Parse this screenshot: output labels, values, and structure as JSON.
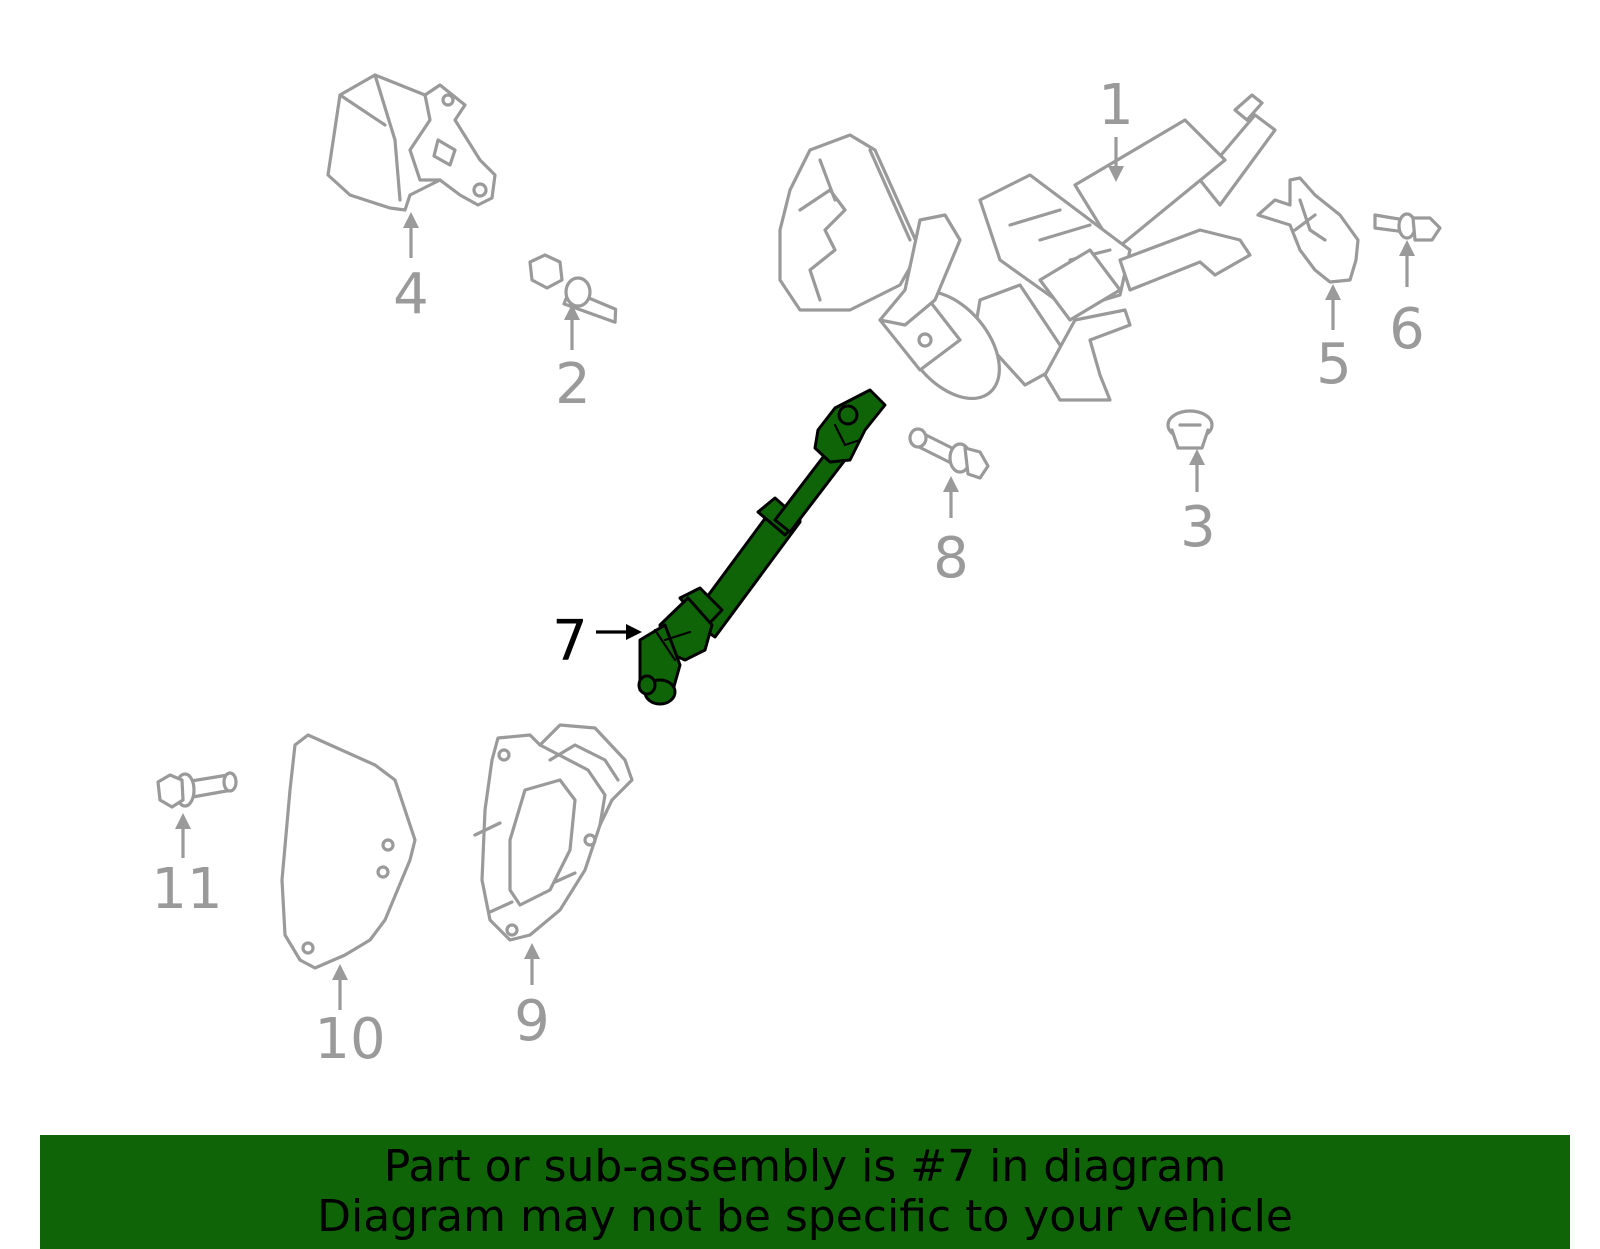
{
  "diagram": {
    "callouts": [
      "1",
      "2",
      "3",
      "4",
      "5",
      "6",
      "7",
      "8",
      "9",
      "10",
      "11"
    ],
    "highlighted_part": "7",
    "highlight_color": "#0f6407",
    "part_color": "#9a9a9a"
  },
  "banner": {
    "line1": "Part or sub-assembly is #7 in diagram",
    "line2": "Diagram may not be specific to your vehicle",
    "background": "#0f6407"
  }
}
